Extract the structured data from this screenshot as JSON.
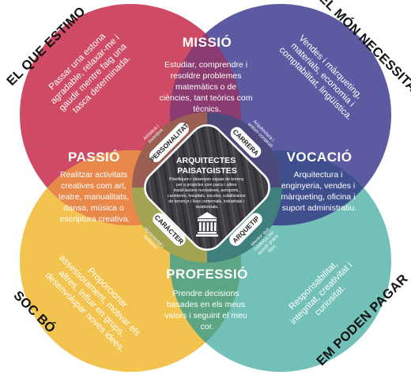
{
  "corners": {
    "top_left": "EL QUE ESTIMO",
    "top_right": "EL MÓN NECESSITA",
    "bottom_left": "SOC BÓ",
    "bottom_right": "EM PODEN PAGAR"
  },
  "big_circles": {
    "top_left": {
      "lines": [
        "Passar una estona",
        "agradable, relaxar-me i",
        "gaudir mentre faig una",
        "tasca determinada."
      ]
    },
    "top_right": {
      "lines": [
        "Vendes i màrqueting,",
        "materials, economia i",
        "comptabilitat, lingüística."
      ]
    },
    "bottom_left": {
      "lines": [
        "Proporcionar",
        "assessorament, motivar els",
        "altres, influir en grups,",
        "desenvolupar noves idees."
      ]
    },
    "bottom_right": {
      "lines": [
        "Responsabilitat,",
        "integritat, creativitat i",
        "curiositat."
      ]
    }
  },
  "missio": {
    "title": "MISSIÓ",
    "lines": [
      "Estudiar, comprendre i",
      "resoldre problemes",
      "matemàtics o de",
      "ciències, tant teòrics com",
      "tècnics."
    ]
  },
  "passio": {
    "title": "PASSIÓ",
    "lines": [
      "Realitzar activitats",
      "creatives com art,",
      "teatre, manualitats,",
      "dansa, música o",
      "escriptura creativa."
    ]
  },
  "vocacio": {
    "title": "VOCACIÓ",
    "lines": [
      "Arquitectura i",
      "enginyeria, vendes i",
      "màrqueting, oficina i",
      "suport administratiu."
    ]
  },
  "professio": {
    "title": "PROFESSIÓ",
    "lines": [
      "Prendre decisions",
      "basades en els meus",
      "valors i seguint el meu",
      "cor."
    ]
  },
  "petals": {
    "personalitat": {
      "label": "PERSONALITAT",
      "note": [
        "Artística i",
        "inventiva"
      ]
    },
    "carrera": {
      "label": "CARRERA",
      "note": [
        "Arquitectura i",
        "entorn construït"
      ]
    },
    "caracter": {
      "label": "CARÀCTER",
      "note": [
        "Honestedat i",
        "realisme"
      ]
    },
    "arquetip": {
      "label": "ARQUETIP",
      "note": [
        "Mentor que",
        "t'esforça per",
        "assolir grans",
        "fites."
      ]
    }
  },
  "center": {
    "title": [
      "ARQUITECTES",
      "PAISATGISTES"
    ],
    "desc": [
      "Planifiquen i dissenyen espais de terreny",
      "per a projectes com parcs i altres",
      "instal·lacions recreatives, aeroports,",
      "carreteres, hospitals, escoles, subdivisions",
      "de terrenys i llocs comercials, industrials i",
      "residencials."
    ],
    "icon": "column-icon"
  },
  "colors": {
    "top_left": "#cf4a64",
    "top_right": "#5c5aa0",
    "bottom_left": "#f2c44f",
    "bottom_right": "#72c0b8",
    "missio": "#8a3b70",
    "passio": "#e8884a",
    "vocacio": "#3f4f8e",
    "professio": "#5ea683",
    "personalitat": "#9a5f52",
    "carrera": "#4c4a7c",
    "caracter": "#a3a452",
    "arquetip": "#3f7f7e",
    "center": "#3e3d42"
  }
}
